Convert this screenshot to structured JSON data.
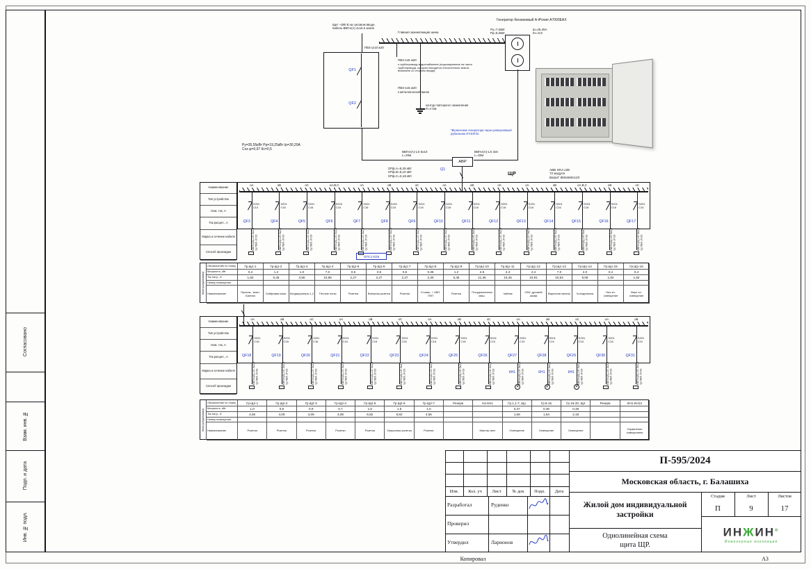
{
  "frame": {
    "copied": "Копировал",
    "format": "А3",
    "side_labels": [
      "Согласовано",
      "Взам. инв. №",
      "Подп. и дата",
      "Инв. № подл."
    ]
  },
  "top": {
    "input_note": "Щит ~380 В на силовом вводе.\nКабель ВВГнг(А) 4х16 в земле",
    "gzsh_label": "Главная заземляющая шина",
    "pv10": "ПВ3-1х10 ж20",
    "pv6_pipe": "ПВ3-1х6 ж20",
    "pipe_note": "к трубопроводу водоснабжения (подсоединение на части трубопровода, которая находится относительно земли, возможно со стороны ввода)",
    "pv6_bath": "ПВ3-1х6 ж20",
    "bath_note": "к металлической ванне",
    "ground_note": "контур повторного заземления\nR=4 Ом",
    "qf1": "QF1",
    "qf2": "QF2",
    "generator_title": "Генератор бензиновый A-iPower A7000EAX",
    "generator_params_left": "Py=7,0кВт\nPp=5,0кВт",
    "generator_params_right": "Iр=25,45A\nКс=0,8",
    "load_note": "Py=35,55кВт  Pp=19,25кВт  Iр=30,20А\nCos φ=0,97  Кс=0,5",
    "cable_left": "ВВГнг(А)-LS 5х10\nL=20м",
    "avr": "АВР",
    "q1": "Q1",
    "cable_right": "ВВГнг(А)-LS 3х6\nL=30м",
    "gen_note": "*Включение генератора через реверсивный рубильник ОТ40F3C"
  },
  "panels_left_labels": [
    "Наименование",
    "Тип устройства",
    "Ном. ток, А",
    "Ток расцеп., А",
    "Марка и сечение кабеля",
    "Способ прокладки"
  ],
  "panel1": {
    "sums": "ΣPф.A=5,28 кВт\nΣPф.B=5,10 кВт\nΣPф.C=5,18 кВт",
    "name": "ЩР",
    "enclosure": "АВВ  SRJ U2E\n72  модуля\nВхШхГ  850х560х120",
    "spd": "ОПС1-D25",
    "conduit": "тр.ПВХ d=20",
    "breakers": [
      {
        "id": "QF3",
        "phase": "оА",
        "type": "S201",
        "rating": "С10",
        "cable": "ВВГнг(А)-LS 3х1,5",
        "term": "box"
      },
      {
        "id": "QF4",
        "phase": "оВ",
        "type": "S201",
        "rating": "С16",
        "cable": "ВВГнг(А)-LS 3х2,5",
        "term": "box"
      },
      {
        "id": "QF5",
        "phase": "оС",
        "type": "S201",
        "rating": "С16",
        "cable": "ВВГнг(А)-LS 3х2,5",
        "term": "box"
      },
      {
        "id": "QF6",
        "phase": "оА,В,С",
        "type": "S203",
        "rating": "С16",
        "cable": "ВВГнг(А)-LS 5х2,5",
        "term": "box"
      },
      {
        "id": "QF7",
        "phase": "оА",
        "type": "S201",
        "rating": "С16",
        "cable": "ВВГнг(А)-LS 3х2,5",
        "term": "box"
      },
      {
        "id": "QF8",
        "phase": "оВ",
        "type": "S201",
        "rating": "С16",
        "cable": "ВВГнг(А)-LS 3х2,5",
        "term": "box"
      },
      {
        "id": "QF9",
        "phase": "оС",
        "type": "S201",
        "rating": "С16",
        "cable": "ВВГнг(А)-LS 3х2,5",
        "term": "box"
      },
      {
        "id": "QF10",
        "phase": "оА",
        "type": "S201",
        "rating": "С16",
        "cable": "ВВГнг(А)-LS 3х2,5",
        "term": "box"
      },
      {
        "id": "QF11",
        "phase": "оВ",
        "type": "S201",
        "rating": "С16",
        "cable": "ВВГнг(А)-LS 3х2,5",
        "term": "box"
      },
      {
        "id": "QF12",
        "phase": "оС",
        "type": "S201",
        "rating": "С16",
        "cable": "ВВГнг(А)-LS 3х2,5",
        "term": "box"
      },
      {
        "id": "QF13",
        "phase": "оА",
        "type": "S201",
        "rating": "С16",
        "cable": "ВВГнг(А)-LS 3х2,5",
        "term": "box"
      },
      {
        "id": "QF14",
        "phase": "оВ",
        "type": "S201",
        "rating": "С16",
        "cable": "ВВГнг(А)-LS 3х2,5",
        "term": "box"
      },
      {
        "id": "QF15",
        "phase": "оА,В,С",
        "type": "S203",
        "rating": "С16",
        "cable": "ВВГнг(А)-LS 5х4",
        "term": "box"
      },
      {
        "id": "QF16",
        "phase": "оВ",
        "type": "S201",
        "rating": "С16",
        "cable": "ВВГнг(А)-LS 3х2,5",
        "term": "box"
      },
      {
        "id": "QF17",
        "phase": "оС",
        "type": "S201",
        "rating": "С10",
        "cable": "ВВГнг(А)-LS 3х1,5",
        "term": "box"
      }
    ]
  },
  "panel2": {
    "conduit": "тр.ПВХ d=20",
    "kn1_label": "КН1",
    "breakers": [
      {
        "id": "QF18",
        "phase": "оА",
        "type": "S201",
        "rating": "С16",
        "cable": "ВВГнг(А)-LS 3х2,5",
        "term": "box"
      },
      {
        "id": "QF19",
        "phase": "оВ",
        "type": "S201",
        "rating": "С16",
        "cable": "ВВГнг(А)-LS 3х2,5",
        "term": "box"
      },
      {
        "id": "QF20",
        "phase": "оС",
        "type": "S201",
        "rating": "С16",
        "cable": "ВВГнг(А)-LS 3х2,5",
        "term": "box"
      },
      {
        "id": "QF21",
        "phase": "оА",
        "type": "S201",
        "rating": "С16",
        "cable": "ВВГнг(А)-LS 3х2,5",
        "term": "box"
      },
      {
        "id": "QF22",
        "phase": "оВ",
        "type": "S201",
        "rating": "С16",
        "cable": "ВВГнг(А)-LS 3х2,5",
        "term": "box"
      },
      {
        "id": "QF23",
        "phase": "оС",
        "type": "S201",
        "rating": "С25",
        "cable": "ВВГнг(А)-LS 3х4",
        "term": "box"
      },
      {
        "id": "QF24",
        "phase": "оА",
        "type": "S201",
        "rating": "С16",
        "cable": "ВВГнг(А)-LS 3х2,5",
        "term": "box"
      },
      {
        "id": "QF25",
        "phase": "оВ",
        "type": "S201",
        "rating": "С16",
        "cable": "ВВГнг(А)-LS 3х2,5",
        "term": "box"
      },
      {
        "id": "QF26",
        "phase": "оС",
        "type": "S201",
        "rating": "С10",
        "cable": "ВВГнг(А)-LS 3х1,5",
        "term": "box"
      },
      {
        "id": "QF27",
        "phase": "оА",
        "type": "S201",
        "rating": "С10",
        "cable": "ВВГнг(А)-LS 3х1,5",
        "term": "lamp",
        "kn1": true
      },
      {
        "id": "QF28",
        "phase": "оВ",
        "type": "S201",
        "rating": "С10",
        "cable": "ВВГнг(А)-LS 3х1,5",
        "term": "lamp",
        "kn1": true
      },
      {
        "id": "QF29",
        "phase": "оС",
        "type": "S201",
        "rating": "С10",
        "cable": "ВВГнг(А)-LS 3х1,5",
        "term": "lamp",
        "kn1": true
      },
      {
        "id": "QF30",
        "phase": "оА",
        "type": "S201",
        "rating": "С16",
        "cable": "ВВГнг(А)-LS 3х2,5",
        "term": "box"
      },
      {
        "id": "QF31",
        "phase": "оВ",
        "type": "S201",
        "rating": "С10",
        "cable": "ВВГнг(А)-LS 3х1,5",
        "term": "box"
      }
    ]
  },
  "table1": {
    "side_label": "Электроприемники",
    "row_labels": [
      "Обозначение по плану",
      "Мощность, кВт",
      "Ток нагр., А",
      "Номер помещения",
      "Наименование"
    ],
    "groups": [
      "Гр.Щ1-1",
      "Гр.Щ1-2",
      "Гр.Щ1-3",
      "Гр.Щ1-4",
      "Гр.Щ1-5",
      "Гр.Щ1-6",
      "Гр.Щ1-7",
      "Гр.Щ1-8",
      "Гр.Щ1-9",
      "Гр.Щ1-10",
      "Гр.Щ1-11",
      "Гр.Щ1-12",
      "Гр.Щ1-13",
      "Гр.Щ1-14",
      "Гр.Щ1-15",
      "Гр.Щ1-16"
    ],
    "power": [
      "0,4",
      "1,2",
      "1,0",
      "7,0",
      "0,5",
      "0,5",
      "0,5",
      "0,35",
      "1,2",
      "2,5",
      "2,3",
      "2,4",
      "7,0",
      "2,0",
      "0,4",
      "0,4"
    ],
    "current": [
      "1,82",
      "5,45",
      "4,55",
      "10,96",
      "2,27",
      "2,27",
      "2,27",
      "2,30",
      "5,45",
      "11,36",
      "10,45",
      "10,91",
      "10,64",
      "9,09",
      "1,82",
      "1,82"
    ],
    "rooms": [
      "",
      "",
      "",
      "",
      "",
      "",
      "",
      "",
      "",
      "",
      "",
      "",
      "",
      "",
      "",
      ""
    ],
    "names": [
      "Прихож., выкл. Банная",
      "Сейфовая комн.",
      "Кондиционеры 1,2",
      "Тёплые полы",
      "Розетки",
      "Внешняя розетка",
      "Розетки",
      "Ст.маш. + ХВП, ГВП",
      "Розетки",
      "Посудомоечная маш.",
      "Чайник",
      "СВЧ, духовой шкаф",
      "Варочная панель",
      "Холодильник",
      "Низ эл. освещение",
      "Верх эл. освещение"
    ]
  },
  "table2": {
    "side_label": "Электроприемники",
    "row_labels": [
      "Обозначение по плану",
      "Мощность, кВт",
      "Ток нагр., А",
      "Номер помещения",
      "Наименование"
    ],
    "groups": [
      "Гр.Щ2-1",
      "Гр.Щ2-2",
      "Гр.Щ2-3",
      "Гр.Щ2-4",
      "Гр.Щ2-5",
      "Гр.Щ2-6",
      "Гр.Щ2-7",
      "Резерв",
      "На КН1",
      "Гр.1,1-7, Щ1",
      "Гр.8-15",
      "Гр.16-20, Щ2",
      "Резерв",
      "КН1-КН13"
    ],
    "power": [
      "1,0",
      "0,9",
      "0,9",
      "0,7",
      "1,5",
      "1,5",
      "1,0",
      "",
      "",
      "0,37",
      "0,36",
      "0,48",
      "",
      ""
    ],
    "current": [
      "4,55",
      "4,09",
      "4,09",
      "3,08",
      "6,82",
      "6,82",
      "4,55",
      "",
      "",
      "1,68",
      "1,64",
      "2,18",
      "",
      ""
    ],
    "rooms": [
      "",
      "",
      "",
      "",
      "",
      "",
      "",
      "",
      "",
      "",
      "",
      "",
      "",
      ""
    ],
    "names": [
      "Розетки",
      "Розетки",
      "Розетки",
      "Розетки",
      "Розетки",
      "Сварочная розетка",
      "Розетки",
      "",
      "Мастер свет",
      "Освещение",
      "Освещение",
      "Освещение",
      "",
      "Управление освещением"
    ]
  },
  "stamp": {
    "doc_number": "П-595/2024",
    "location": "Московская область, г. Балашиха",
    "rev_headers": [
      "Изм.",
      "Кол. уч",
      "Лист",
      "№ док",
      "Подп.",
      "Дата"
    ],
    "staff": [
      {
        "role": "Разработал",
        "name": "Руденко"
      },
      {
        "role": "Проверил",
        "name": ""
      },
      {
        "role": "Утвердил",
        "name": "Ларионов"
      }
    ],
    "project": "Жилой дом индивидуальной застройки",
    "stage_label": "Стадия",
    "sheet_label": "Лист",
    "sheets_label": "Листов",
    "stage": "П",
    "sheet": "9",
    "sheets": "17",
    "drawing_title": "Однолинейная схема\nщита ЩР.",
    "logo": {
      "part1": "ИН",
      "part2": "Ж",
      "part3": "ИН",
      "reg": "®",
      "tagline": "Инженерные инновации",
      "green": "#3aaa35"
    }
  }
}
